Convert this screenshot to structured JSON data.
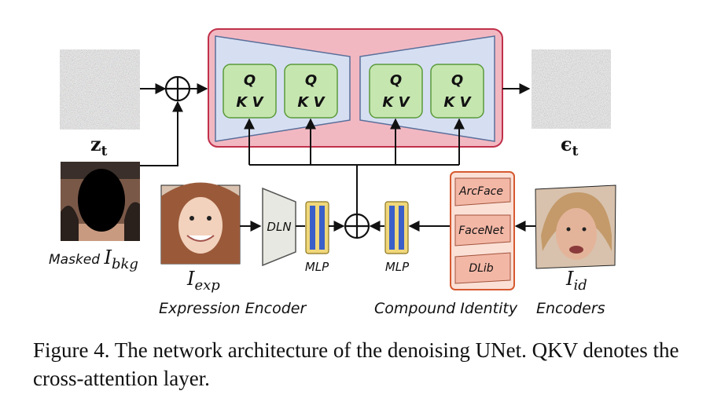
{
  "inputs": {
    "noise_latent": {
      "symbol": "z",
      "subscript": "t"
    },
    "masked_background": {
      "prefix": "Masked ",
      "symbol": "I",
      "subscript": "bkg"
    },
    "expression_image": {
      "symbol": "I",
      "subscript": "exp"
    },
    "identity_image": {
      "symbol": "I",
      "subscript": "id"
    }
  },
  "output": {
    "symbol": "ϵ",
    "subscript": "t"
  },
  "unet": {
    "attention_blocks": [
      {
        "q": "Q",
        "kv": "K V"
      },
      {
        "q": "Q",
        "kv": "K V"
      },
      {
        "q": "Q",
        "kv": "K V"
      },
      {
        "q": "Q",
        "kv": "K V"
      }
    ]
  },
  "expression_branch": {
    "dln_label": "DLN",
    "mlp_label": "MLP",
    "encoder_title": "Expression Encoder"
  },
  "identity_branch": {
    "mlp_label": "MLP",
    "encoders": [
      "ArcFace",
      "FaceNet",
      "DLib"
    ],
    "encoder_title_part1": "Compound Identity",
    "encoder_title_part2": "Encoders"
  },
  "caption": {
    "text": "Figure 4.  The network architecture of the denoising UNet.  QKV denotes the cross-attention layer."
  },
  "colors": {
    "unet_fill": "#f2b8c2",
    "unet_border": "#c0304a",
    "encoder_fill": "#d6dff2",
    "attn_fill": "#c6e6b0",
    "attn_border": "#5a9a3a",
    "mlp_fill": "#f0d77a",
    "mlp_bar": "#3a5fc8",
    "identity_box_fill": "#fbe0d6",
    "identity_box_border": "#d65a30",
    "dln_fill": "#e8e8e2"
  }
}
